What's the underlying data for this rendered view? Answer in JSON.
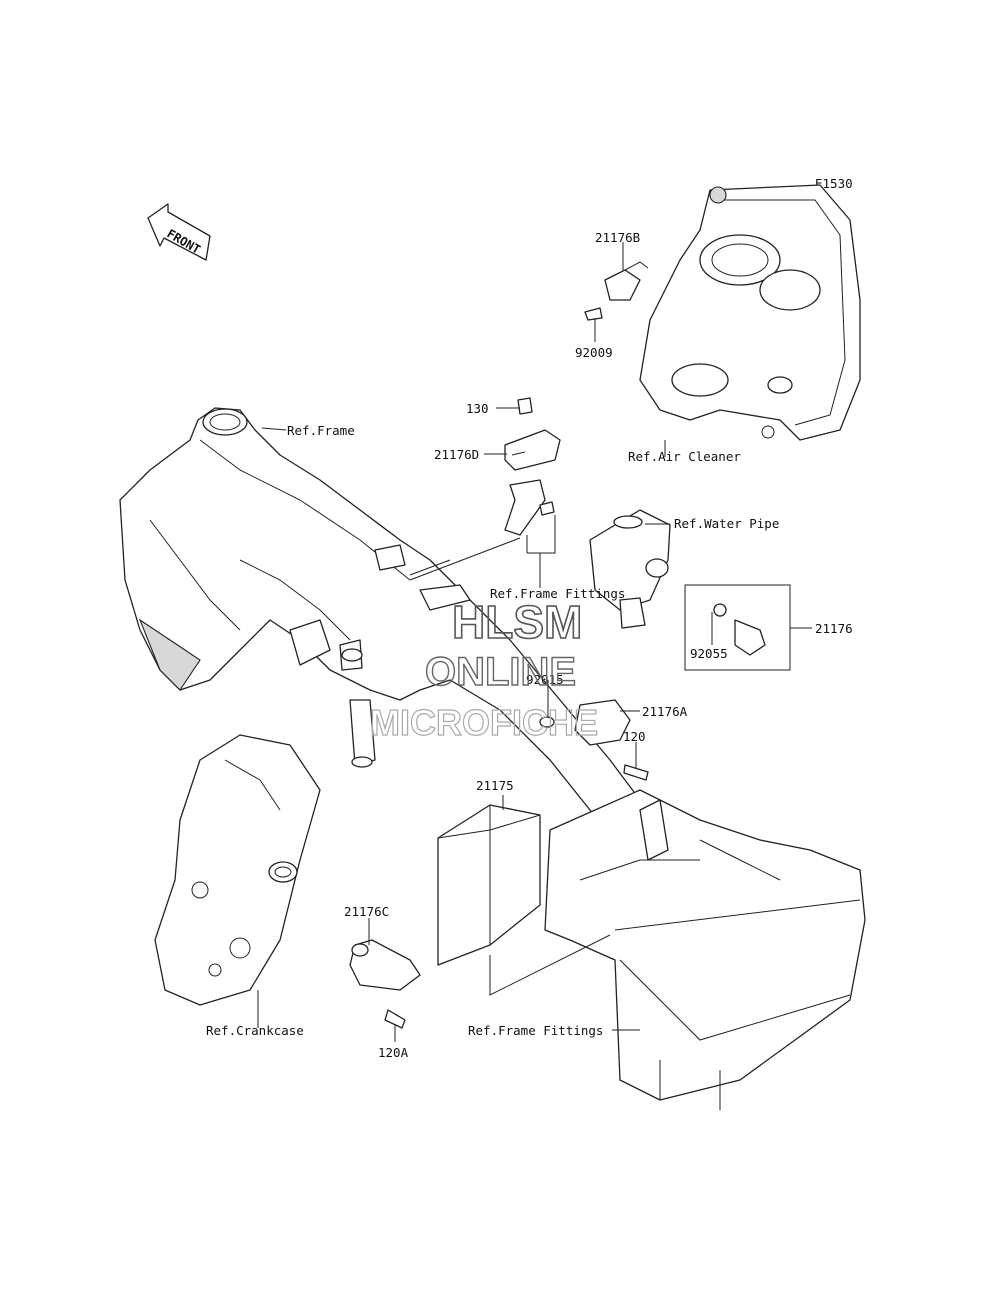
{
  "diagram_id": "E1530",
  "front_label": "FRONT",
  "parts": {
    "p21176b": "21176B",
    "p92009": "92009",
    "p130": "130",
    "p21176d": "21176D",
    "p92015": "92015",
    "p21176a": "21176A",
    "p120": "120",
    "p21176": "21176",
    "p92055": "92055",
    "p21175": "21175",
    "p21176c": "21176C",
    "p120a": "120A"
  },
  "references": {
    "frame": "Ref.Frame",
    "air_cleaner": "Ref.Air Cleaner",
    "water_pipe": "Ref.Water Pipe",
    "frame_fittings_top": "Ref.Frame Fittings",
    "frame_fittings_bottom": "Ref.Frame Fittings",
    "crankcase": "Ref.Crankcase"
  },
  "watermark": {
    "line1": "HLSM",
    "line2": "ONLINE",
    "line3": "MICROFICHE"
  }
}
